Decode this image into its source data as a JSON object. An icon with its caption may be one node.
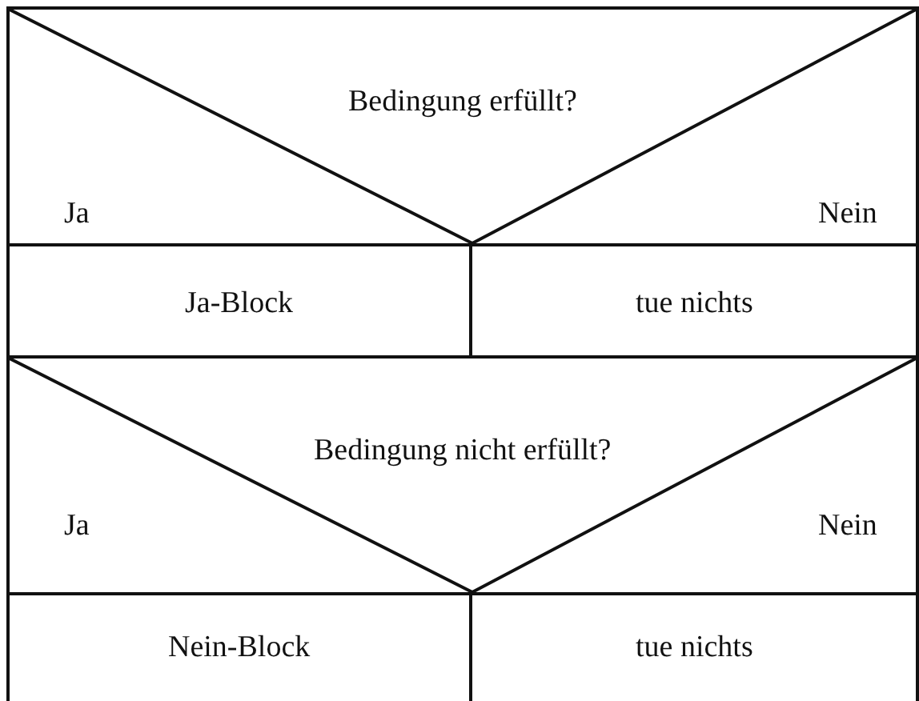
{
  "diagram": {
    "nodes": [
      {
        "text": [
          "Bedingung erfüllt?",
          "Ja",
          "Nein"
        ]
      },
      {
        "text": [
          "Ja-Block"
        ]
      },
      {
        "text": [
          "tue nichts"
        ]
      },
      {
        "text": [
          "Bedingung nicht erfüllt?",
          "Ja",
          "Nein"
        ]
      },
      {
        "text": [
          "Nein-Block"
        ]
      },
      {
        "text": [
          "tue nichts"
        ]
      }
    ]
  }
}
